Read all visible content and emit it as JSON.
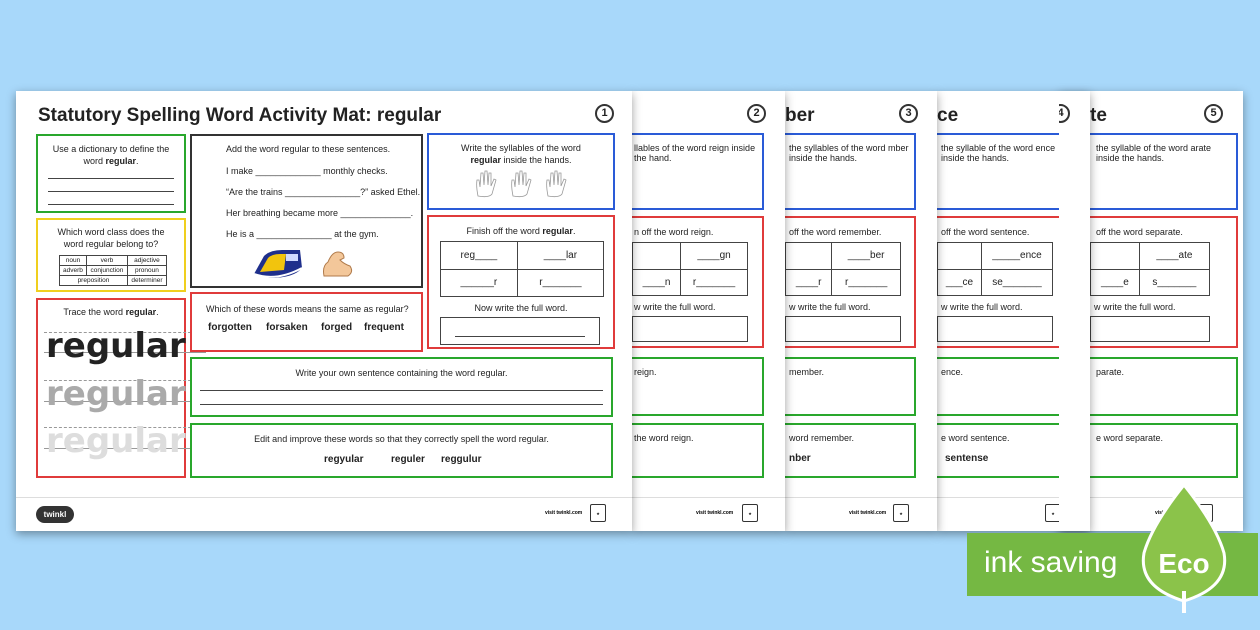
{
  "sheets": [
    {
      "title": "Statutory Spelling Word Activity Mat: regular",
      "num": "1"
    },
    {
      "title_fragment": "",
      "num": "2"
    },
    {
      "title_fragment": "ber",
      "num": "3"
    },
    {
      "title_fragment": "ce",
      "num": "4"
    },
    {
      "title_fragment": "te",
      "num": "5"
    }
  ],
  "mat1": {
    "dictionary": {
      "text": "Use a dictionary to define the word ",
      "word": "regular",
      "end": "."
    },
    "wordclass": {
      "question": "Which word class does the word regular belong to?",
      "options": [
        [
          "noun",
          "verb",
          "adjective"
        ],
        [
          "adverb",
          "conjunction",
          "pronoun"
        ],
        [
          "preposition",
          "determiner",
          ""
        ]
      ]
    },
    "trace": {
      "label": "Trace the word ",
      "word": "regular",
      "end": ".",
      "lines": [
        "regular",
        "regular",
        "regular"
      ]
    },
    "sentences": {
      "heading": "Add the word regular to these sentences.",
      "items": [
        "I make _____________ monthly checks.",
        "“Are the trains _______________?” asked Ethel.",
        "Her breathing became more ______________.",
        "He is a _______________ at the gym."
      ]
    },
    "syllables": {
      "text": "Write the syllables of the word ",
      "word": "regular",
      "end": " inside the hands."
    },
    "finish": {
      "label": "Finish off the word ",
      "word": "regular",
      "end": ".",
      "cells": [
        [
          "reg____",
          "____lar"
        ],
        [
          "______r",
          "r_______"
        ]
      ],
      "full": "Now write the full word."
    },
    "meaning": {
      "question": "Which of these words means the same as regular?",
      "options": [
        "forgotten",
        "forsaken",
        "forged",
        "frequent"
      ]
    },
    "own": "Write your own sentence containing the word regular.",
    "edit": {
      "text": "Edit and improve these words so that they correctly spell the word regular.",
      "words": [
        "regyular",
        "reguler",
        "reggulur"
      ]
    }
  },
  "mat2": {
    "syllables": "llables of the word reign inside the hand.",
    "finish": "n off the word reign.",
    "cells": [
      [
        "",
        "____gn"
      ],
      [
        "____n",
        "r_______"
      ]
    ],
    "full": "w write the full word.",
    "own": "reign.",
    "edit": "the word reign."
  },
  "mat3": {
    "syllables": "the syllables of the word mber inside the hands.",
    "finish": "off the word remember.",
    "cells": [
      [
        "",
        "____ber"
      ],
      [
        "____r",
        "r_______"
      ]
    ],
    "full": "w write the full word.",
    "own": "member.",
    "edit": "word remember.",
    "words": "nber"
  },
  "mat4": {
    "syllables": "the syllable of the word ence inside the hands.",
    "finish": "off the word sentence.",
    "cells": [
      [
        "",
        "_____ence"
      ],
      [
        "___ce",
        "se_______"
      ]
    ],
    "full": "w write the full word.",
    "own": "ence.",
    "edit": "e word sentence.",
    "words": "sentense"
  },
  "mat5": {
    "syllables": "the syllable of the word arate inside the hands.",
    "finish": "off the word separate.",
    "cells": [
      [
        "",
        "____ate"
      ],
      [
        "____e",
        "s_______"
      ]
    ],
    "full": "w write the full word.",
    "own": "parate.",
    "edit": "e word separate."
  },
  "footer": {
    "logo": "twinkl",
    "visit": "visit twinkl.com"
  },
  "eco": {
    "text": "ink saving",
    "label": "Eco",
    "colors": {
      "green": "#75b843",
      "leaf": "#8bc34a"
    }
  }
}
